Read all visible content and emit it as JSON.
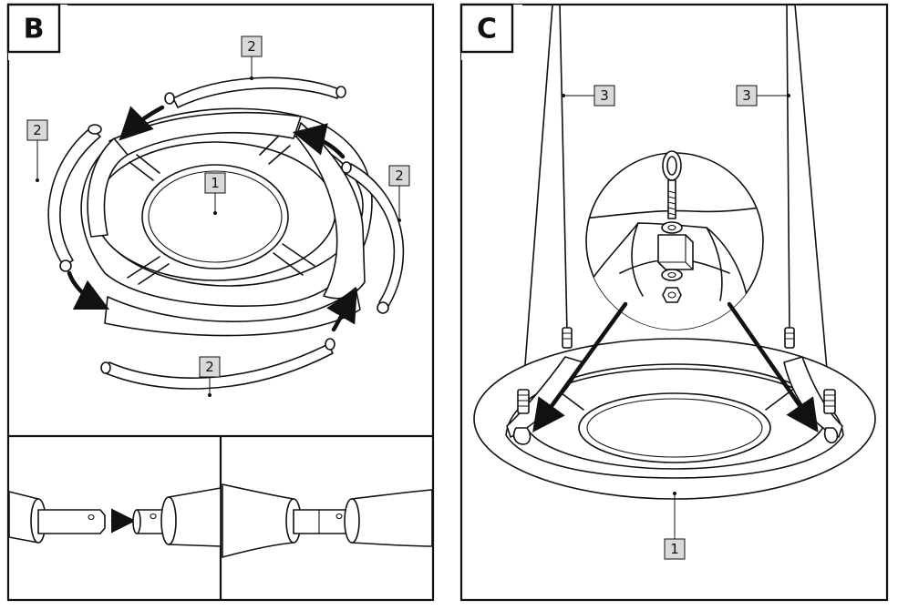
{
  "panels": {
    "b": {
      "letter": "B"
    },
    "c": {
      "letter": "C"
    }
  },
  "callouts": {
    "seat": "1",
    "tube": "2",
    "rope": "3"
  }
}
